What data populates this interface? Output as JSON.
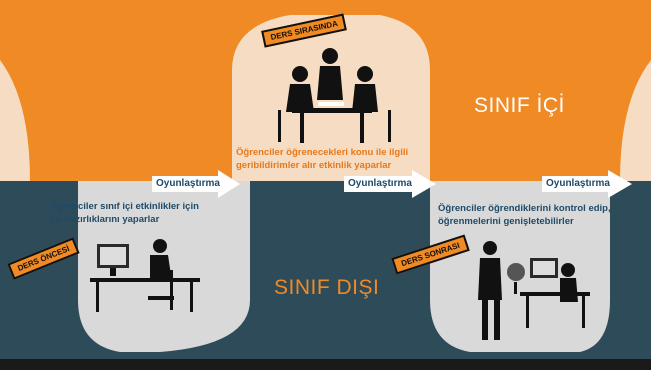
{
  "colors": {
    "in_class_bg": "#f08a24",
    "out_class_bg": "#2e4b5a",
    "oval_fill": "#f5dcc2",
    "oval_fill_lower": "#d9d9d9",
    "arrow_blue": "#2c5b8c",
    "text_orange": "#e8791a",
    "text_dark": "#1f4a68",
    "white": "#ffffff"
  },
  "sections": {
    "in_class_label": "SINIF İÇİ",
    "out_class_label": "SINIF DIŞI"
  },
  "phases": [
    {
      "tag": "DERS ÖNCESİ",
      "description_line1": "Öğrenciler sınıf içi etkinlikler için",
      "description_line2": "ön hazırlıklarını yaparlar",
      "arrow_label": "Oyunlaştırma",
      "icon": "person-at-computer-icon"
    },
    {
      "tag": "DERS SIRASINDA",
      "description_line1": "Öğrenciler öğrenecekleri konu ile ilgili",
      "description_line2": "geribildirimler alır etkinlik yaparlar",
      "arrow_label": "Oyunlaştırma",
      "icon": "group-at-table-icon"
    },
    {
      "tag": "DERS SONRASI",
      "description_line1": "Öğrenciler öğrendiklerini kontrol edip,",
      "description_line2": "öğrenmelerini genişletebilirler",
      "arrow_label": "Oyunlaştırma",
      "icon": "learner-with-globe-and-computer-icon"
    }
  ]
}
